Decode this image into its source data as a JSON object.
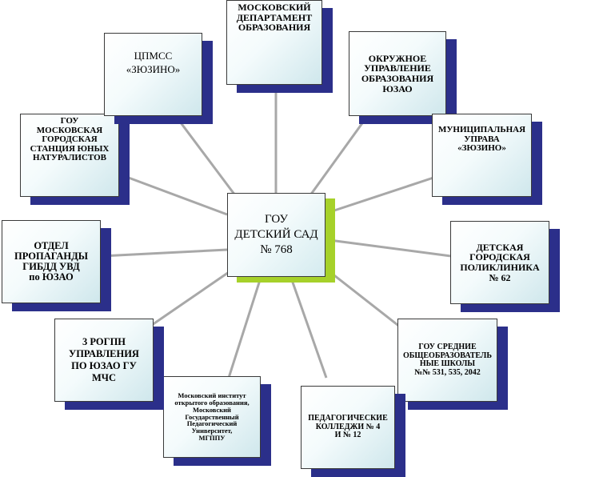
{
  "center": {
    "text": "ГОУ\nДЕТСКИЙ САД\n№ 768"
  },
  "nodes": [
    {
      "id": "mos-dept",
      "text": "МОСКОВСКИЙ\nДЕПАРТАМЕНТ\nОБРАЗОВАНИЯ"
    },
    {
      "id": "okrug",
      "text": "ОКРУЖНОЕ\nУПРАВЛЕНИЕ\nОБРАЗОВАНИЯ\nЮЗАО"
    },
    {
      "id": "uprava",
      "text": "МУНИЦИПАЛЬНАЯ\nУПРАВА\n«ЗЮЗИНО»"
    },
    {
      "id": "polyclinic",
      "text": "ДЕТСКАЯ\nГОРОДСКАЯ\nПОЛИКЛИНИКА\n№ 62"
    },
    {
      "id": "schools",
      "text": "ГОУ СРЕДНИЕ\nОБЩЕОБРАЗОВАТЕЛЬ\nНЫЕ ШКОЛЫ\n№№ 531, 535, 2042"
    },
    {
      "id": "colleges",
      "text": "ПЕДАГОГИЧЕСКИЕ\nКОЛЛЕДЖИ № 4\nИ № 12"
    },
    {
      "id": "mgppu",
      "text": "Московский институт\nоткрытого образования,\nМосковский\nГосударственный\nПедагогический\nУниверситет,\nМГППУ"
    },
    {
      "id": "mchs",
      "text": "3 РОГПН\nУПРАВЛЕНИЯ\nПО ЮЗАО ГУ\nМЧС"
    },
    {
      "id": "gibdd",
      "text": "ОТДЕЛ\nПРОПАГАНДЫ\nГИБДД УВД\nпо ЮЗАО"
    },
    {
      "id": "naturalists",
      "text": "ГОУ\nМОСКОВСКАЯ\nГОРОДСКАЯ\nСТАНЦИЯ ЮНЫХ\nНАТУРАЛИСТОВ"
    },
    {
      "id": "tspmss",
      "text": "ЦПМСС\n«ЗЮЗИНО»"
    }
  ],
  "colors": {
    "line": "#a8a8a8",
    "shadow": "#2b2f8a",
    "center_shadow": "#a6d12a",
    "box_border": "#3a3a3a"
  }
}
